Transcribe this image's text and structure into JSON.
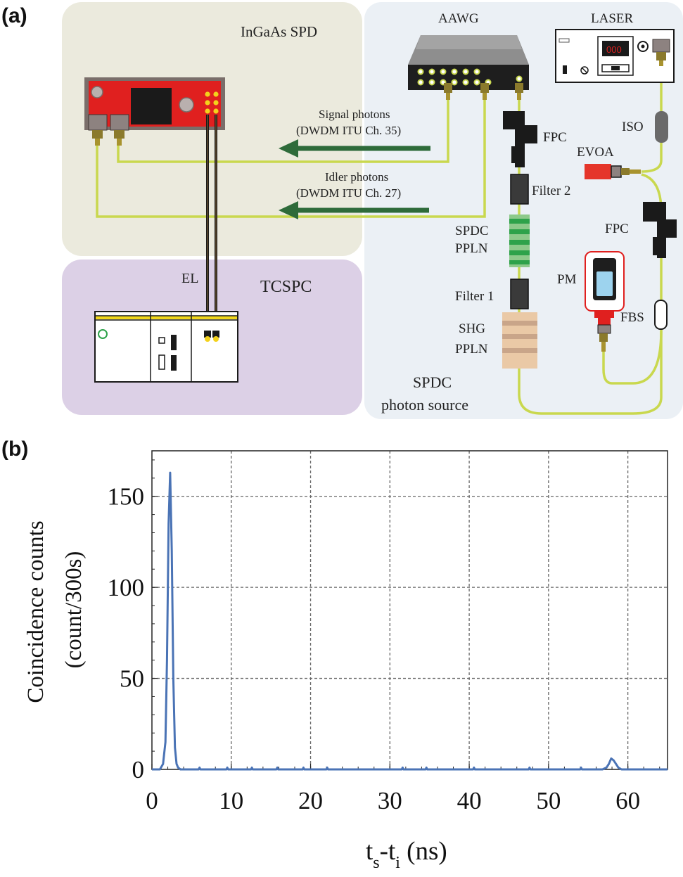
{
  "panel_a": {
    "label": "(a)",
    "regions": {
      "spd": "InGaAs SPD",
      "tcspc": "TCSPC",
      "source_line1": "SPDC",
      "source_line2": "photon source"
    },
    "devices": {
      "aawg": "AAWG",
      "laser": "LASER",
      "laser_display": "000",
      "iso": "ISO",
      "evoa": "EVOA",
      "fpc_top": "FPC",
      "fpc_right": "FPC",
      "filter2": "Filter 2",
      "spdc_line1": "SPDC",
      "spdc_line2": "PPLN",
      "pm": "PM",
      "filter1": "Filter 1",
      "fbs": "FBS",
      "shg_line1": "SHG",
      "shg_line2": "PPLN",
      "el": "EL"
    },
    "arrows": {
      "signal_line1": "Signal photons",
      "signal_line2": "(DWDM ITU Ch. 35)",
      "idler_line1": "Idler photons",
      "idler_line2": "(DWDM ITU Ch. 27)"
    },
    "colors": {
      "spd_bg": "#ebeadd",
      "tcspc_bg": "#dcd0e6",
      "source_bg": "#ebf0f5",
      "fiber": "#c9d84e",
      "arrow": "#2e6b3a",
      "spd_body": "#e0201f",
      "spdc_green": "#2ea24a",
      "shg_peach": "#eac9a6"
    }
  },
  "panel_b": {
    "label": "(b)",
    "ylabel_line1": "Coincidence counts",
    "ylabel_line2": "(count/300s)",
    "xlabel_main": "t",
    "xlabel_sub1": "s",
    "xlabel_mid": "-t",
    "xlabel_sub2": "i",
    "xlabel_unit": " (ns)",
    "xticks": [
      "0",
      "10",
      "20",
      "30",
      "40",
      "50",
      "60"
    ],
    "yticks": [
      "0",
      "50",
      "100",
      "150"
    ]
  },
  "chart_data": {
    "type": "line",
    "xlabel": "ts-ti (ns)",
    "ylabel": "Coincidence counts (count/300s)",
    "xlim": [
      0,
      65
    ],
    "ylim": [
      0,
      175
    ],
    "grid": true,
    "line_color": "#4a73b5",
    "series": [
      {
        "x": [
          0.0,
          1.0,
          1.4,
          1.7,
          1.9,
          2.1,
          2.3,
          2.5,
          2.7,
          2.9,
          3.1,
          3.3,
          3.6,
          4.0,
          5.9,
          6.0,
          6.1,
          9.4,
          9.5,
          9.6,
          12.5,
          12.6,
          12.7,
          15.7,
          15.8,
          15.9,
          19.0,
          19.1,
          19.2,
          22.0,
          22.1,
          22.2,
          31.5,
          31.6,
          31.7,
          34.5,
          34.6,
          34.7,
          40.5,
          40.6,
          40.7,
          47.5,
          47.6,
          47.7,
          54.0,
          54.1,
          54.2,
          56.8,
          57.3,
          57.6,
          57.9,
          58.2,
          58.5,
          58.8,
          59.2,
          65.0
        ],
        "y": [
          0,
          0,
          3,
          15,
          60,
          135,
          163,
          120,
          50,
          12,
          3,
          1,
          0,
          0,
          0,
          1,
          0,
          0,
          1,
          0,
          0,
          1,
          0,
          0,
          1,
          0,
          0,
          1,
          0,
          0,
          1,
          0,
          0,
          1,
          0,
          0,
          1,
          0,
          0,
          1,
          0,
          0,
          1,
          0,
          0,
          1,
          0,
          0,
          1,
          3,
          6,
          5,
          3,
          1,
          0,
          0
        ]
      }
    ]
  }
}
